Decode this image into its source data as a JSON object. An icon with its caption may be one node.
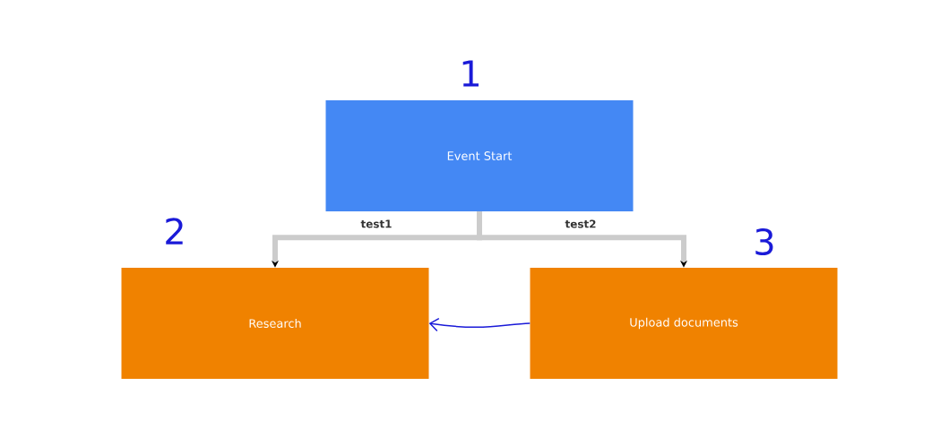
{
  "diagram": {
    "nodes": [
      {
        "text": [
          "Event Start"
        ]
      },
      {
        "text": [
          "Research"
        ]
      },
      {
        "text": [
          "Upload documents"
        ]
      }
    ],
    "edges": [
      {
        "from": 0,
        "to": 1,
        "arrow": "to",
        "label": "test1"
      },
      {
        "from": 0,
        "to": 2,
        "arrow": "to",
        "label": "test2"
      },
      {
        "from": 2,
        "to": 1,
        "arrow": "to",
        "color": "#1a1ad8"
      }
    ],
    "labels": [
      "1",
      "2",
      "3"
    ]
  }
}
